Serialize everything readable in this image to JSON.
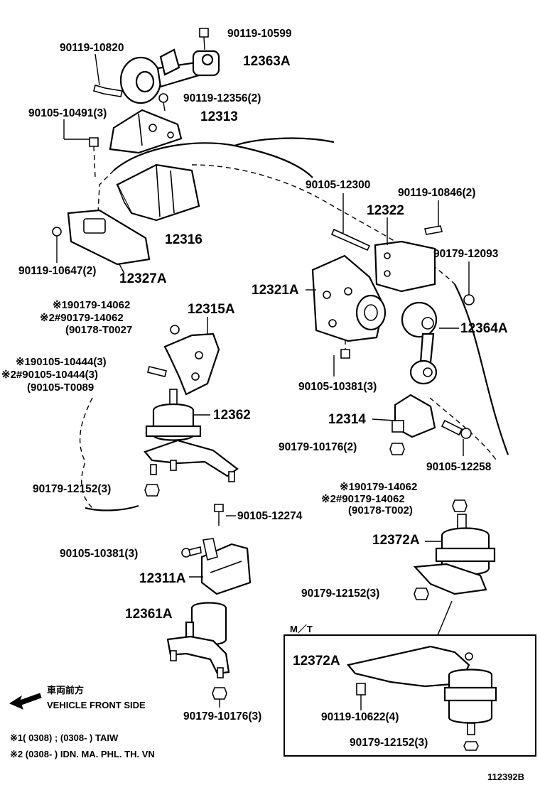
{
  "labels": {
    "p_90119_10599": "90119-10599",
    "p_90119_10820": "90119-10820",
    "p_12363A": "12363A",
    "p_90119_12356": "90119-12356(2)",
    "p_90105_10491": "90105-10491(3)",
    "p_12313": "12313",
    "p_12316": "12316",
    "p_90119_10647": "90119-10647(2)",
    "p_12327A": "12327A",
    "p_90105_12300": "90105-12300",
    "p_90119_10846": "90119-10846(2)",
    "p_12322": "12322",
    "p_90179_12093": "90179-12093",
    "p_12321A": "12321A",
    "p_12364A": "12364A",
    "p_n1_90179_14062": "※190179-14062",
    "p_n2_90179_14062": "※2#90179-14062",
    "p_90178_T0027": "(90178-T0027",
    "p_12315A": "12315A",
    "p_n1_90105_10444": "※190105-10444(3)",
    "p_n2_90105_10444": "※2#90105-10444(3)",
    "p_90105_T0089": "(90105-T0089",
    "p_90105_10381_a": "90105-10381(3)",
    "p_12314": "12314",
    "p_12362": "12362",
    "p_90179_10176_2": "90179-10176(2)",
    "p_90105_12258": "90105-12258",
    "p_90179_12152_a": "90179-12152(3)",
    "p_b_n1_90179_14062": "※190179-14062",
    "p_b_n2_90179_14062": "※2#90179-14062",
    "p_b_90178_T002": "(90178-T002)",
    "p_90105_12274": "90105-12274",
    "p_12372A_a": "12372A",
    "p_90105_10381_b": "90105-10381(3)",
    "p_12311A": "12311A",
    "p_90179_12152_b": "90179-12152(3)",
    "p_12361A": "12361A",
    "p_mt": "M／T",
    "p_12372A_b": "12372A",
    "p_90119_10622": "90119-10622(4)",
    "p_90179_10176_3": "90179-10176(3)",
    "p_90179_12152_c": "90179-12152(3)",
    "front_jp": "車両前方",
    "front_en": "VEHICLE FRONT SIDE",
    "note1": "※1(        0308) ; (0308-          ) TAIW",
    "note2": "※2 (0308-          ) IDN. MA. PHL. TH. VN",
    "figure_id": "112392B"
  }
}
